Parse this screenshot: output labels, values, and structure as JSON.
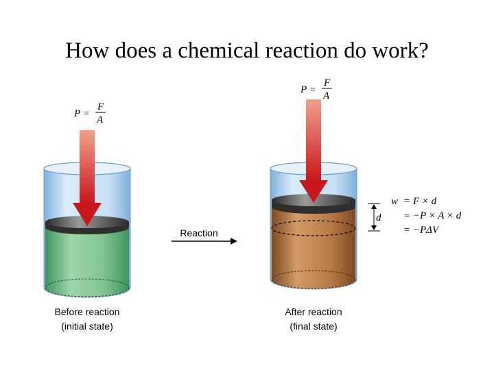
{
  "slide": {
    "title": "How does a chemical reaction do work?"
  },
  "left_beaker": {
    "pressure_lhs": "P =",
    "pressure_num": "F",
    "pressure_den": "A",
    "caption_line1": "Before reaction",
    "caption_line2": "(initial state)",
    "liquid_color": "#5fae78"
  },
  "right_beaker": {
    "pressure_lhs": "P =",
    "pressure_num": "F",
    "pressure_den": "A",
    "caption_line1": "After reaction",
    "caption_line2": "(final state)",
    "liquid_color": "#a66a3a",
    "distance_label": "d"
  },
  "reaction_arrow": {
    "label": "Reaction"
  },
  "work_equation": {
    "lhs": "w",
    "line1": "= F × d",
    "line2": "= −P × A × d",
    "line3": "= −PΔV"
  },
  "colors": {
    "arrow_top": "#f2a08a",
    "arrow_bottom": "#c8161a",
    "glass": "#a9cde9",
    "piston": "#4a4a4a"
  }
}
